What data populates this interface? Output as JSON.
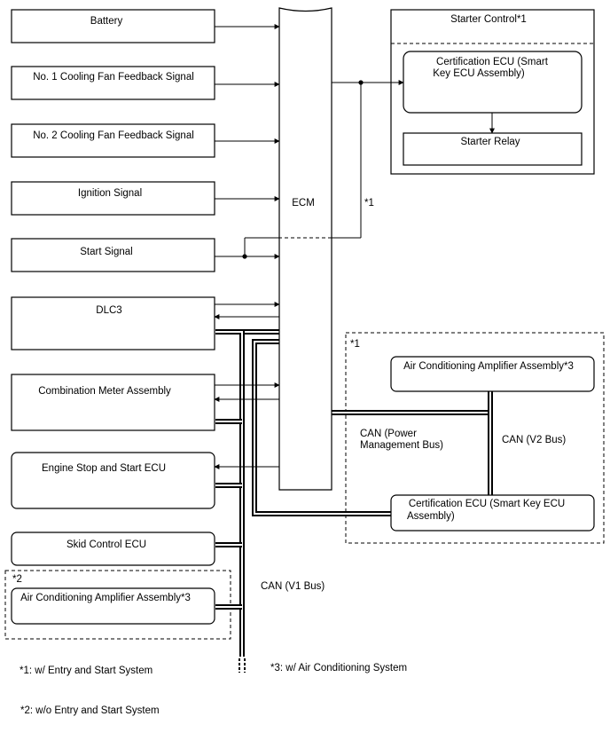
{
  "inputs": {
    "battery": "Battery",
    "cooling_fan_1": "No. 1 Cooling Fan Feedback Signal",
    "cooling_fan_2": "No. 2 Cooling Fan Feedback Signal",
    "ignition": "Ignition Signal",
    "start": "Start Signal",
    "dlc3": "DLC3",
    "combination_meter": "Combination Meter Assembly",
    "engine_stop_start_ecu": "Engine Stop and Start ECU",
    "skid_control_ecu": "Skid Control ECU",
    "ac_amplifier_left": "Air Conditioning Amplifier Assembly*3"
  },
  "ecm": {
    "label": "ECM"
  },
  "starter_control": {
    "title": "Starter Control*1",
    "certification_ecu_line1": "Certification ECU (Smart",
    "certification_ecu_line2": "Key ECU Assembly)",
    "starter_relay": "Starter Relay"
  },
  "right_group": {
    "marker": "*1",
    "ac_amplifier": "Air Conditioning Amplifier Assembly*3",
    "certification_ecu_line1": "Certification ECU (Smart Key ECU",
    "certification_ecu_line2": "Assembly)",
    "can_power_line1": "CAN (Power",
    "can_power_line2": "Management Bus)",
    "can_v2": "CAN (V2 Bus)"
  },
  "left_group": {
    "marker": "*2"
  },
  "markers": {
    "wire_note": "*1"
  },
  "can_v1": "CAN (V1 Bus)",
  "notes": {
    "note1": "*1: w/ Entry and Start System",
    "note2": "*2: w/o Entry and Start System",
    "note3": "*3: w/ Air Conditioning System"
  }
}
